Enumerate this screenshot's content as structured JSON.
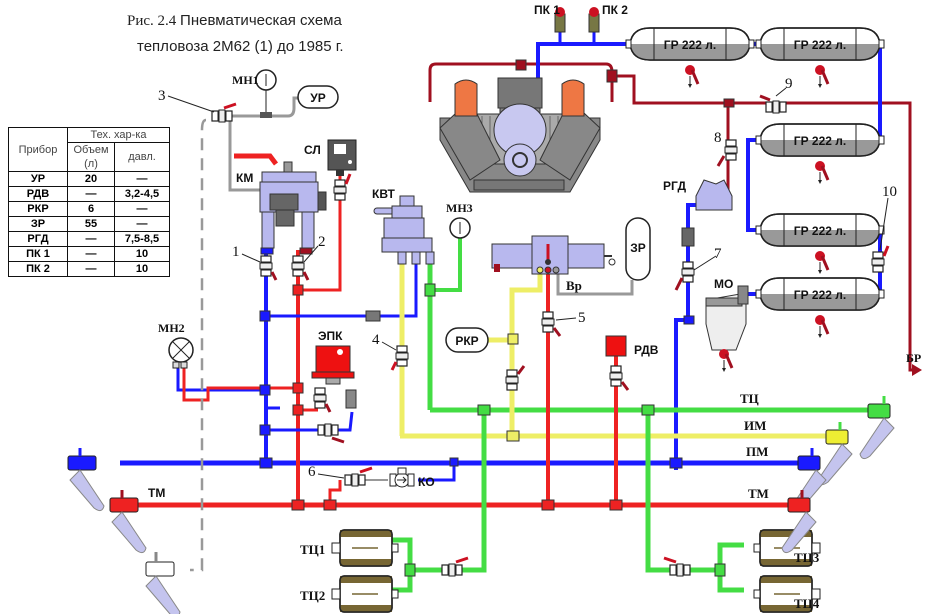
{
  "title": {
    "fig": "Рис.  2.4",
    "line1": "Пневматическая схема",
    "line2": "тепловоза  2М62  (1)  до 1985 г."
  },
  "spec_table": {
    "header_device": "Прибор",
    "header_group": "Тех. хар-ка",
    "header_volume": "Объем (л)",
    "header_pressure": "давл.",
    "rows": [
      {
        "device": "УР",
        "volume": "20",
        "pressure": "—"
      },
      {
        "device": "РДВ",
        "volume": "—",
        "pressure": "3,2-4,5"
      },
      {
        "device": "РКР",
        "volume": "6",
        "pressure": "—"
      },
      {
        "device": "ЗР",
        "volume": "55",
        "pressure": "—"
      },
      {
        "device": "РГД",
        "volume": "—",
        "pressure": "7,5-8,5"
      },
      {
        "device": "ПК 1",
        "volume": "—",
        "pressure": "10"
      },
      {
        "device": "ПК 2",
        "volume": "—",
        "pressure": "10"
      }
    ]
  },
  "labels": {
    "mn1": "МН1",
    "mn2": "МН2",
    "mn3": "МН3",
    "ur": "УР",
    "sl": "СЛ",
    "km": "КМ",
    "kvt": "КВТ",
    "epk": "ЭПК",
    "pk1": "ПК 1",
    "pk2": "ПК 2",
    "rgd": "РГД",
    "mo": "МО",
    "zr": "ЗР",
    "vr": "Вр",
    "rkr": "РКР",
    "rdv": "РДВ",
    "ko": "КО",
    "br": "БР",
    "tank": "ГР 222 л.",
    "tc1": "ТЦ1",
    "tc2": "ТЦ2",
    "tc3": "ТЦ3",
    "tc4": "ТЦ4"
  },
  "lines": {
    "tc": "ТЦ",
    "im": "ИМ",
    "pm": "ПМ",
    "tm": "ТМ",
    "tm_left": "ТМ"
  },
  "valve_numbers": [
    "1",
    "2",
    "3",
    "4",
    "5",
    "6",
    "7",
    "8",
    "9",
    "10"
  ],
  "colors": {
    "pm_blue": "#1a1aff",
    "tm_red": "#ee2222",
    "tc_green": "#44dd44",
    "im_yellow": "#eeee66",
    "compressor_dark_red": "#a01020",
    "gray": "#999999",
    "device_lavender": "#b8b8ee"
  }
}
